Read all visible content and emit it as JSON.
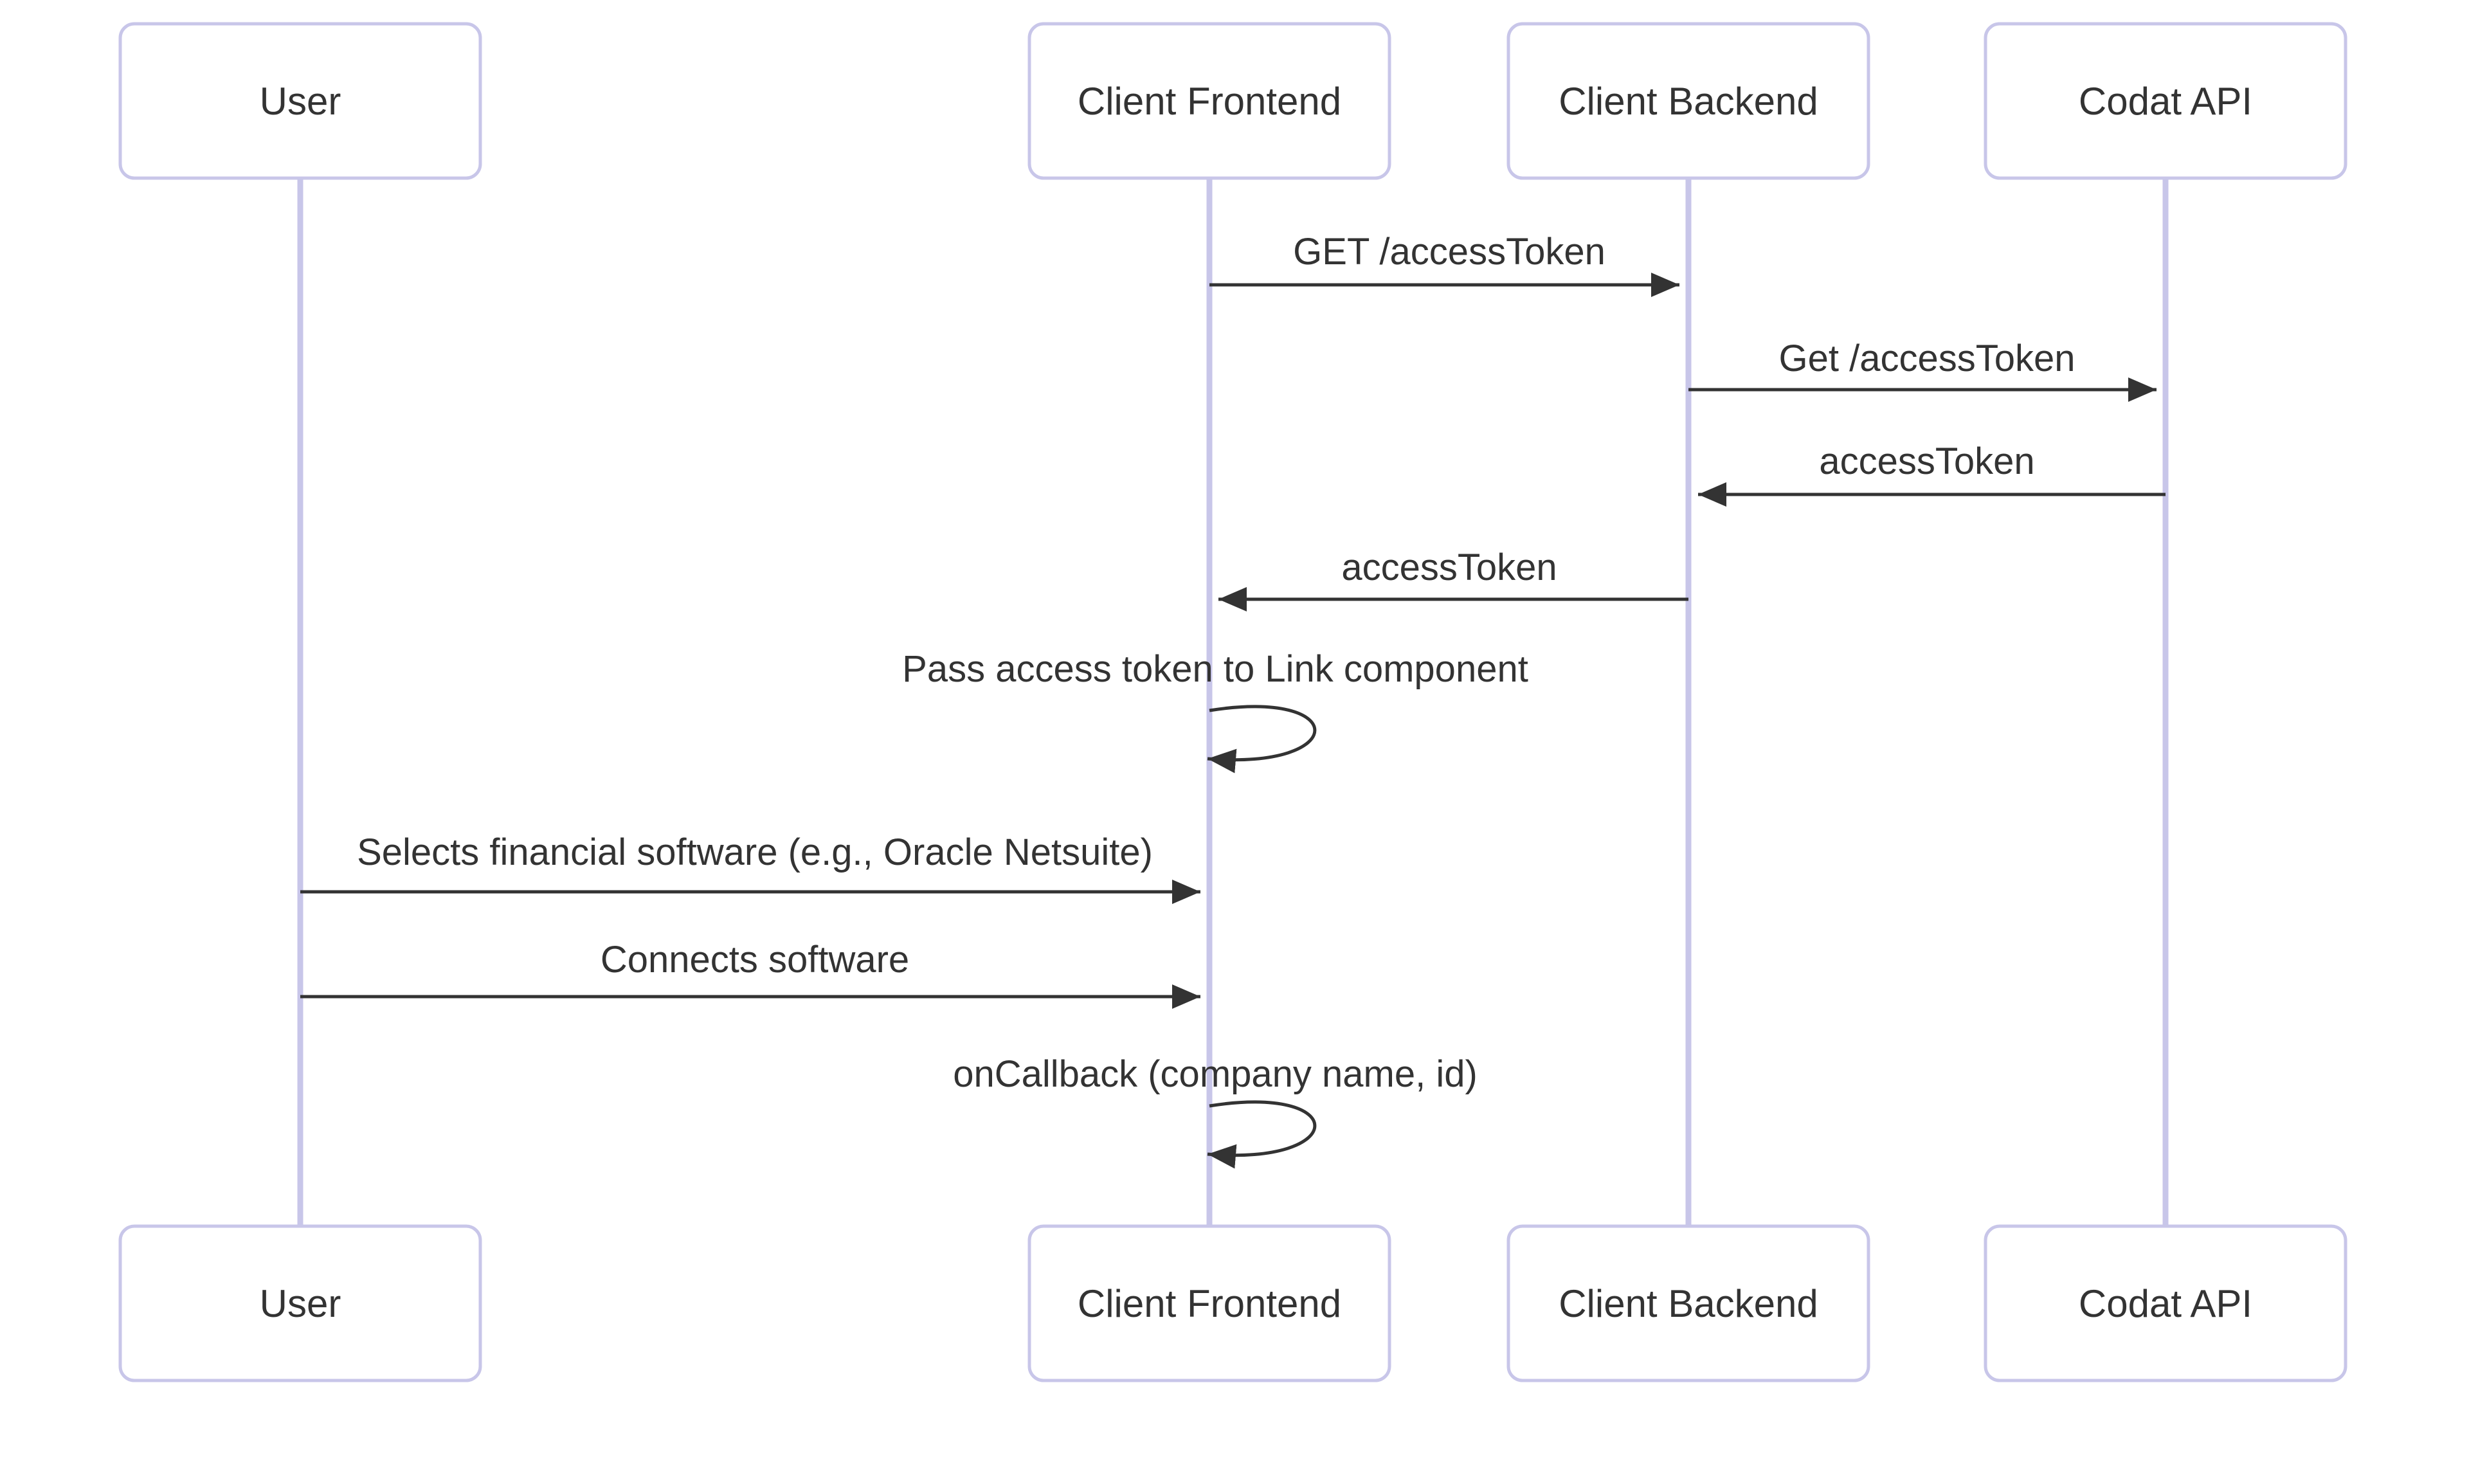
{
  "diagram": {
    "type": "sequence-diagram",
    "colors": {
      "background": "#ffffff",
      "actor_border": "#c8c6e9",
      "actor_fill": "#ffffff",
      "lifeline": "#c8c6e9",
      "message_line": "#333333",
      "text": "#333333"
    },
    "actors": [
      {
        "id": "user",
        "name": "User"
      },
      {
        "id": "client-frontend",
        "name": "Client Frontend"
      },
      {
        "id": "client-backend",
        "name": "Client Backend"
      },
      {
        "id": "codat-api",
        "name": "Codat API"
      }
    ],
    "messages": [
      {
        "from": "Client Frontend",
        "to": "Client Backend",
        "label": "GET /accessToken",
        "kind": "solid-arrow"
      },
      {
        "from": "Client Backend",
        "to": "Codat API",
        "label": "Get /accessToken",
        "kind": "solid-arrow"
      },
      {
        "from": "Codat API",
        "to": "Client Backend",
        "label": "accessToken",
        "kind": "solid-arrow"
      },
      {
        "from": "Client Backend",
        "to": "Client Frontend",
        "label": "accessToken",
        "kind": "solid-arrow"
      },
      {
        "from": "Client Frontend",
        "to": "Client Frontend",
        "label": "Pass access token to Link component",
        "kind": "self-loop"
      },
      {
        "from": "User",
        "to": "Client Frontend",
        "label": "Selects financial software (e.g., Oracle Netsuite)",
        "kind": "solid-arrow"
      },
      {
        "from": "User",
        "to": "Client Frontend",
        "label": "Connects software",
        "kind": "solid-arrow"
      },
      {
        "from": "Client Frontend",
        "to": "Client Frontend",
        "label": "onCallback (company name, id)",
        "kind": "self-loop"
      }
    ]
  }
}
